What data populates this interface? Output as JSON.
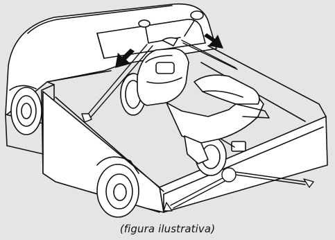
{
  "figure": {
    "caption": "(figura ilustrativa)",
    "background_color": "#e5e5e5",
    "line_color": "#111111",
    "fill_color": "#ffffff",
    "subjects": [
      "pickup-truck",
      "scooter",
      "tie-down-straps",
      "direction-arrows"
    ]
  }
}
